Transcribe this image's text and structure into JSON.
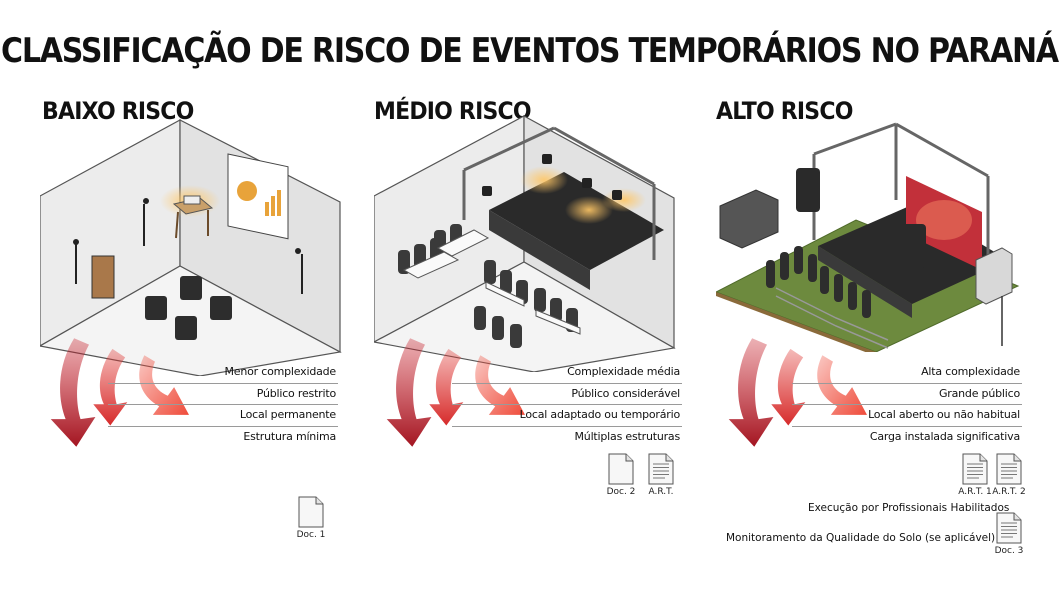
{
  "title": "CLASSIFICAÇÃO DE RISCO DE EVENTOS TEMPORÁRIOS NO PARANÁ",
  "colors": {
    "arrow_dark": "#a31521",
    "arrow_mid": "#d62a2a",
    "arrow_light": "#ef4b3a",
    "grass": "#6d8a3e"
  },
  "low": {
    "title": "BAIXO RISCO",
    "items": [
      "Menor complexidade",
      "Público restrito",
      "Local permanente",
      "Estrutura mínima"
    ],
    "docs": [
      {
        "label": "Doc. 1"
      }
    ]
  },
  "medium": {
    "title": "MÉDIO RISCO",
    "items": [
      "Complexidade média",
      "Público considerável",
      "Local adaptado ou temporário",
      "Múltiplas estruturas"
    ],
    "docs": [
      {
        "label": "Doc. 2"
      },
      {
        "label": "A.R.T."
      }
    ]
  },
  "high": {
    "title": "ALTO RISCO",
    "items": [
      "Alta complexidade",
      "Grande público",
      "Local aberto ou não habitual",
      "Carga instalada significativa"
    ],
    "docs": [
      {
        "label": "A.R.T. 1"
      },
      {
        "label": "A.R.T. 2"
      },
      {
        "label": "Doc. 3"
      }
    ],
    "requirements": [
      "Execução por Profissionais Habilitados",
      "Monitoramento da Qualidade do Solo (se aplicável)"
    ]
  }
}
